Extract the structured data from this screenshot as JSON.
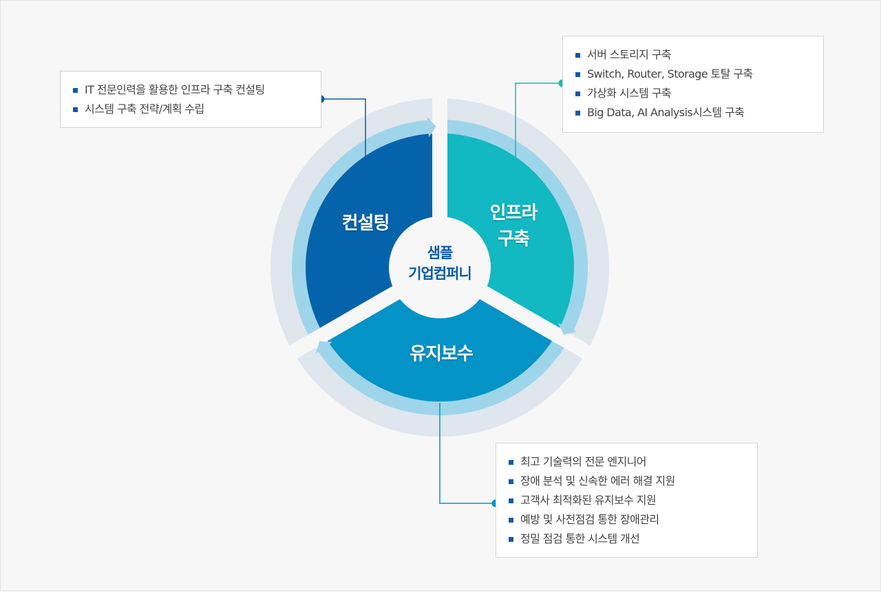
{
  "center": {
    "line1": "샘플",
    "line2": "기업컴퍼니"
  },
  "segments": [
    {
      "id": "consulting",
      "label": "컨설팅",
      "color": "#0563ab"
    },
    {
      "id": "infra",
      "label_line1": "인프라",
      "label_line2": "구축",
      "color": "#12b8c2"
    },
    {
      "id": "maintenance",
      "label": "유지보수",
      "color": "#0393c6"
    }
  ],
  "colors": {
    "ring_arrow": "#9fd5ea",
    "ring_outer": "#dfe6ee",
    "center_text": "#0a5aa8",
    "connector_consulting": "#0a5aa8",
    "connector_infra": "#12b8c2",
    "connector_maintenance": "#0393c6"
  },
  "boxes": {
    "consulting": [
      "IT 전문인력을 활용한 인프라 구축 컨설팅",
      "시스템 구축 전략/계획 수립"
    ],
    "infra": [
      "서버 스토리지 구축",
      "Switch, Router, Storage 토탈 구축",
      "가상화 시스템 구축",
      "Big Data, AI Analysis시스템 구축"
    ],
    "maintenance": [
      "최고 기술력의 전문 엔지니어",
      "장애 분석 및 신속한 에러 해결 지원",
      "고객사 최적화된 유지보수 지원",
      "예방 및 사전점검 통한 장애관리",
      "정밀 점검 통한 시스템 개선"
    ]
  }
}
